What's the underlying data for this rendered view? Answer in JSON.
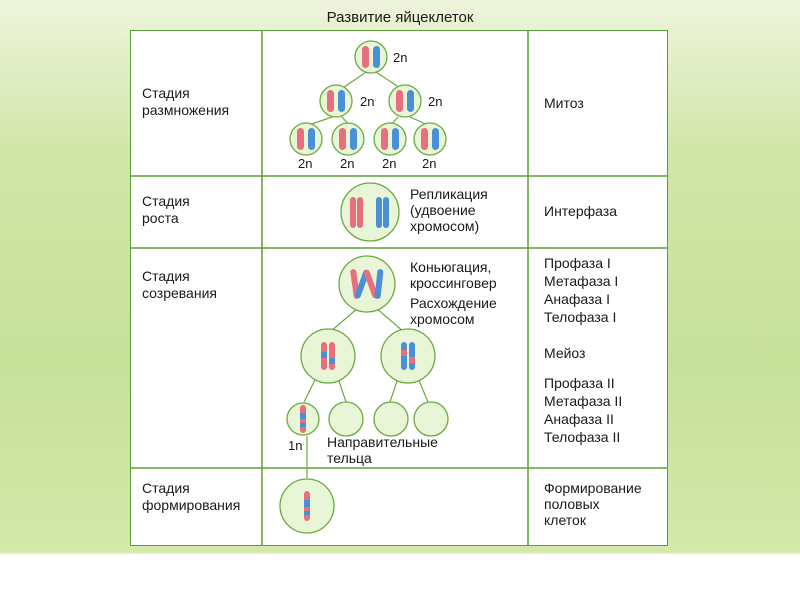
{
  "title": "Развитие яйцеклеток",
  "colors": {
    "grid_line": "#5aa03a",
    "cell_fill": "#e8f5d6",
    "cell_border": "#6aaa3e",
    "chromosome_red": "#e8707e",
    "chromosome_blue": "#4a90d6",
    "tree_line": "#6aaa3e"
  },
  "stages": [
    {
      "name_line1": "Стадия",
      "name_line2": "размножения",
      "process": [
        "Митоз"
      ],
      "ploidy": {
        "top": "2n",
        "l2_mid": "2n",
        "l2_right": "2n",
        "l3": [
          "2n",
          "2n",
          "2n",
          "2n"
        ]
      }
    },
    {
      "name_line1": "Стадия",
      "name_line2": "роста",
      "process": [
        "Интерфаза"
      ],
      "note": [
        "Репликация",
        "(удвоение",
        "хромосом)"
      ]
    },
    {
      "name_line1": "Стадия",
      "name_line2": "созревания",
      "process": [
        "Профаза I",
        "Метафаза I",
        "Анафаза I",
        "Телофаза I",
        "Мейоз",
        "Профаза II",
        "Метафаза II",
        "Анафаза II",
        "Телофаза II"
      ],
      "note1": [
        "Коньюгация,",
        "кроссинговер"
      ],
      "note2": [
        "Расхождение",
        "хромосом"
      ],
      "ploidy": "1n",
      "polar_bodies": [
        "Направительные",
        "тельца"
      ]
    },
    {
      "name_line1": "Стадия",
      "name_line2": "формирования",
      "process": [
        "Формирование",
        "половых",
        "клеток"
      ]
    }
  ]
}
